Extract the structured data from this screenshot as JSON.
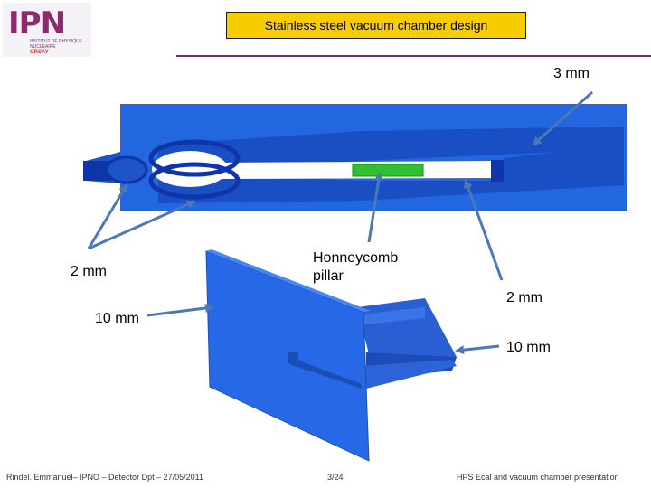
{
  "header": {
    "title": "Stainless steel vacuum chamber design",
    "logo": {
      "mark": "IPN",
      "subtitle": "INSTITUT DE PHYSIQUE NUCLÉAIRE",
      "city": "ORSAY"
    }
  },
  "annotations": {
    "top_right": "3 mm",
    "left_2mm": "2 mm",
    "pillar_line1": "Honneycomb",
    "pillar_line2": "pillar",
    "right_2mm": "2 mm",
    "left_10mm": "10 mm",
    "right_10mm": "10 mm"
  },
  "footer": {
    "left": "Rindel. Emmanuel– IPNO – Detector Dpt – 27/05/2011",
    "center": "3/24",
    "right": "HPS Ecal and vacuum chamber presentation"
  },
  "colors": {
    "chamber_blue": "#1f5fd0",
    "chamber_dark": "#0f3a9e",
    "pillar_green": "#2fbf2f",
    "arrow": "#4a78b8",
    "title_bg": "#f7cc00",
    "brand": "#8c2a6d"
  }
}
